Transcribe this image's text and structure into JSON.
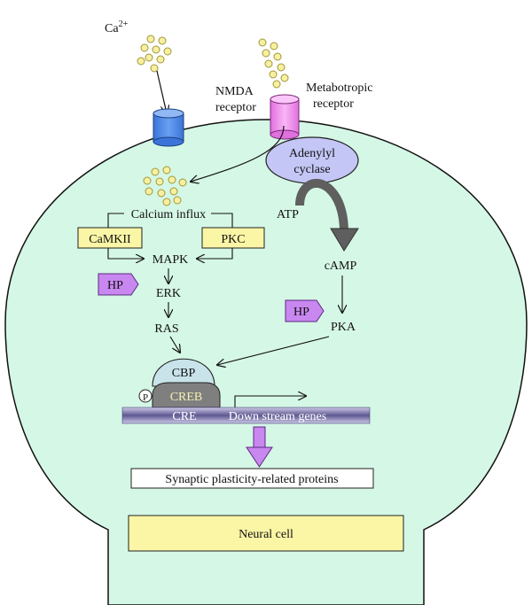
{
  "title": "",
  "colors": {
    "cell_fill": "#d5f7e6",
    "nmda_receptor": "#4a86e8",
    "metabotropic_receptor": "#f38bf0",
    "calcium_dots": "#f7f0a0",
    "kinase_box": "#fbf6a6",
    "hp_tag": "#c987f0",
    "adenylyl_cyclase": "#c4c6f6",
    "cbp": "#c8e4ea",
    "creb": "#7f7f7f",
    "dna_band": "#6f69a0",
    "output_arrow": "#c987f0",
    "neural_cell_box": "#fbf6a6",
    "arrows": "#111111",
    "thick_arrow": "#666666"
  },
  "labels": {
    "ca": "Ca",
    "ca_sup": "2+",
    "nmda_line1": "NMDA",
    "nmda_line2": "receptor",
    "metabotropic_line1": "Metabotropic",
    "metabotropic_line2": "receptor",
    "adenylyl_line1": "Adenylyl",
    "adenylyl_line2": "cyclase",
    "calcium_influx": "Calcium influx",
    "camkii": "CaMKII",
    "pkc": "PKC",
    "mapk": "MAPK",
    "erk": "ERK",
    "ras": "RAS",
    "hp_left": "HP",
    "hp_right": "HP",
    "atp": "ATP",
    "camp": "cAMP",
    "pka": "PKA",
    "cbp": "CBP",
    "creb": "CREB",
    "p": "P",
    "cre": "CRE",
    "downstream": "Down stream genes",
    "synaptic": "Synaptic plasticity-related proteins",
    "neural_cell": "Neural cell"
  }
}
